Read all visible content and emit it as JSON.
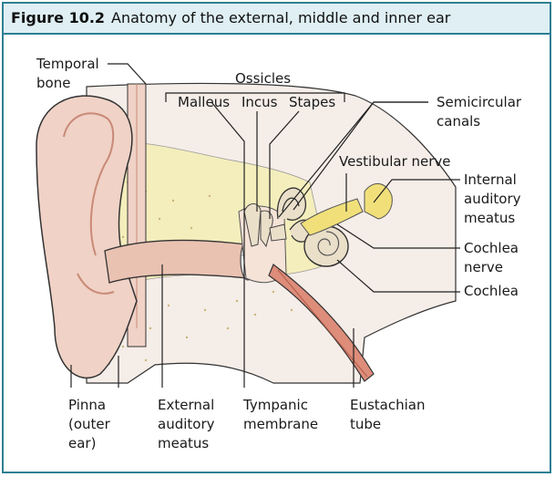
{
  "figure": {
    "number": "Figure 10.2",
    "title": "Anatomy of the external, middle and inner ear"
  },
  "labels": {
    "temporal_bone": "Temporal\nbone",
    "ossicles": "Ossicles",
    "malleus": "Malleus",
    "incus": "Incus",
    "stapes": "Stapes",
    "semicircular_canals": "Semicircular\ncanals",
    "vestibular_nerve": "Vestibular nerve",
    "internal_auditory_meatus": "Internal\nauditory\nmeatus",
    "cochlea_nerve": "Cochlea\nnerve",
    "cochlea": "Cochlea",
    "pinna": "Pinna\n(outer\near)",
    "external_auditory_meatus": "External\nauditory\nmeatus",
    "tympanic_membrane": "Tympanic\nmembrane",
    "eustachian_tube": "Eustachian\ntube"
  },
  "colors": {
    "frame": "#2e7f93",
    "title_band": "#dfeff3",
    "skin": "#f0d2c6",
    "bone": "#f4eebc",
    "canal": "#e9c2b2",
    "tube": "#dd8d7a",
    "nerve": "#f1e07a",
    "inner_ear": "#eadfc9",
    "tissue": "#f5ede8"
  }
}
